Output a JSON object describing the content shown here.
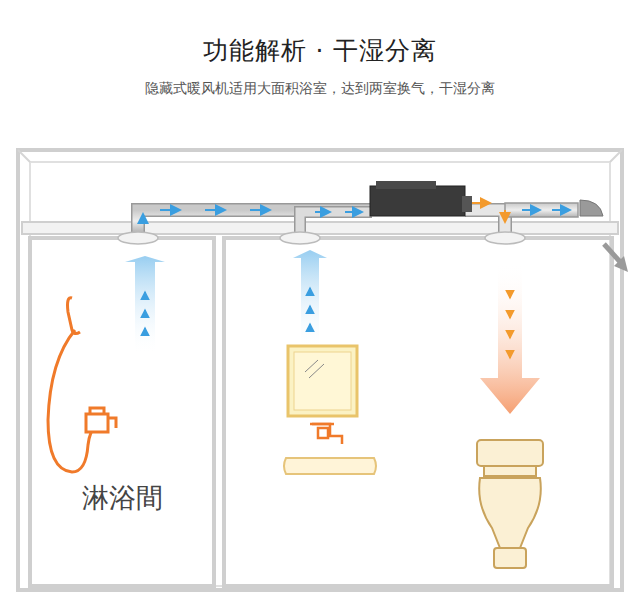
{
  "diagram": {
    "title": "功能解析 · 干湿分离",
    "caption": "隐藏式暖风机适用大面积浴室，达到两室换气，干湿分离",
    "nodes": [
      {
        "text": [
          "淋浴間"
        ]
      }
    ]
  }
}
